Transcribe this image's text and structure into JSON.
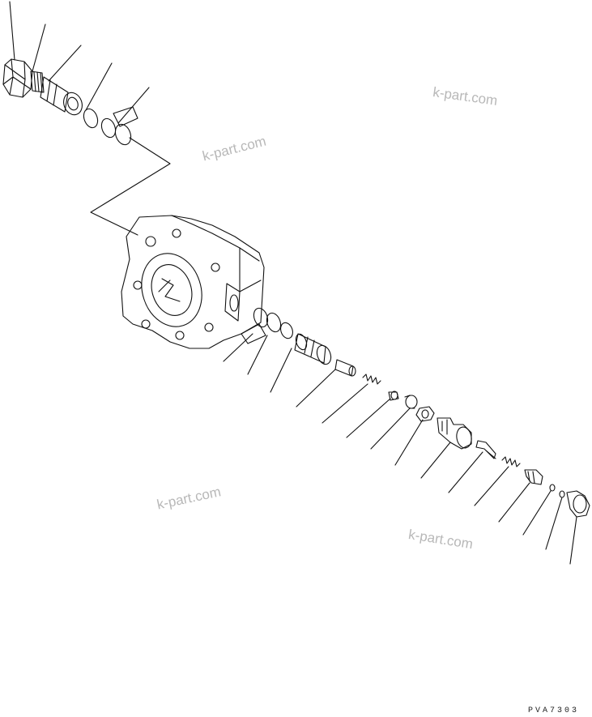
{
  "diagram": {
    "watermarks": [
      "k-part.com",
      "k-part.com",
      "k-part.com",
      "k-part.com"
    ],
    "drawing_code": "PVA7303",
    "line_color": "#111111",
    "watermark_color": "#b8b8b8"
  }
}
